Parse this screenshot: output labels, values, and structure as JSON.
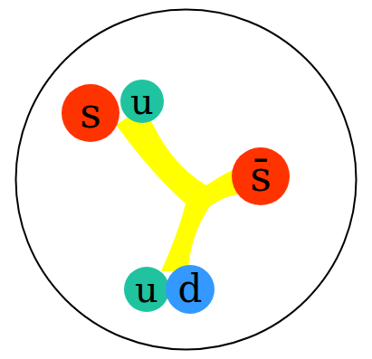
{
  "diagram": {
    "nodes": [
      {
        "text": [
          "s"
        ]
      },
      {
        "text": [
          "u"
        ]
      },
      {
        "text": [
          "s̄"
        ]
      },
      {
        "text": [
          "u"
        ]
      },
      {
        "text": [
          "d"
        ]
      }
    ]
  }
}
